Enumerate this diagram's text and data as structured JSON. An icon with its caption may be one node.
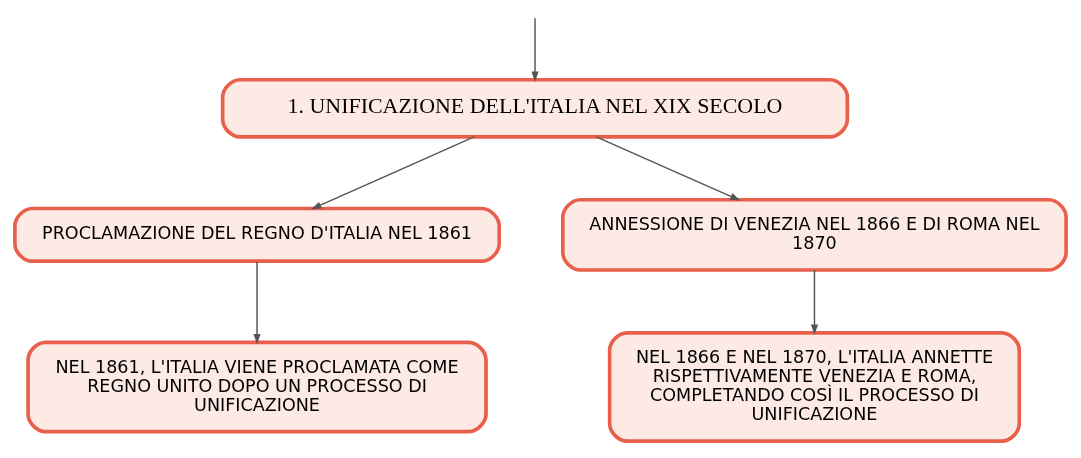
{
  "diagram": {
    "nodes": [
      {
        "text": [
          "1. UNIFICAZIONE DELL'ITALIA NEL XIX SECOLO"
        ]
      },
      {
        "text": [
          "PROCLAMAZIONE DEL REGNO D'ITALIA NEL 1861"
        ]
      },
      {
        "text": [
          "ANNESSIONE DI VENEZIA NEL 1866 E DI ROMA NEL 1870"
        ]
      },
      {
        "text": [
          "NEL 1861, L'ITALIA VIENE PROCLAMATA COME REGNO UNITO DOPO UN PROCESSO DI UNIFICAZIONE"
        ]
      },
      {
        "text": [
          "NEL 1866 E NEL 1870, L'ITALIA ANNETTE RISPETTIVAMENTE VENEZIA E ROMA, COMPLETANDO COSÌ IL PROCESSO DI UNIFICAZIONE"
        ]
      }
    ],
    "edges": [
      {
        "from": null,
        "to": 0,
        "arrow": "to"
      },
      {
        "from": 0,
        "to": 1,
        "arrow": "to"
      },
      {
        "from": 0,
        "to": 2,
        "arrow": "to"
      },
      {
        "from": 1,
        "to": 3,
        "arrow": "to"
      },
      {
        "from": 2,
        "to": 4,
        "arrow": "to"
      }
    ]
  }
}
